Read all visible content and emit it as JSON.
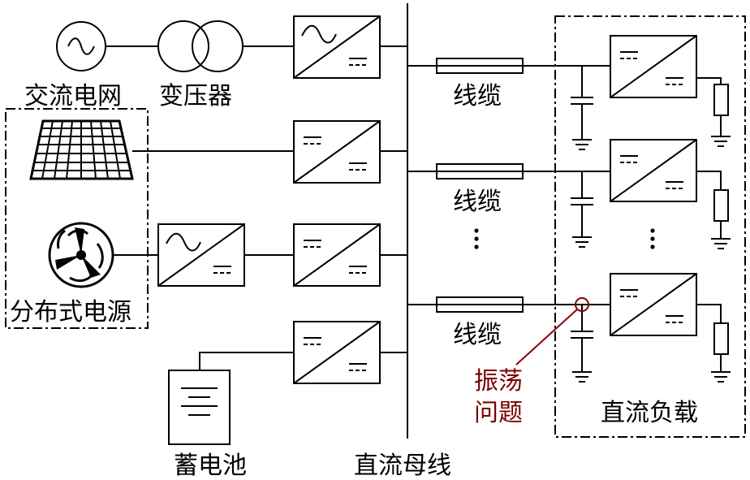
{
  "labels": {
    "ac_grid": "交流电网",
    "transformer": "变压器",
    "distributed_source": "分布式电源",
    "battery": "蓄电池",
    "dc_bus": "直流母线",
    "cable_1": "线缆",
    "cable_2": "线缆",
    "cable_3": "线缆",
    "dc_load": "直流负载",
    "oscillation_line1": "振荡",
    "oscillation_line2": "问题"
  },
  "colors": {
    "line": "#000000",
    "highlight": "#8b0000"
  },
  "icons": {
    "ac_source": "ac-source-icon",
    "transformer": "transformer-icon",
    "pv": "solar-panel-icon",
    "wind": "wind-turbine-icon",
    "battery": "battery-icon",
    "converter": "converter-icon",
    "capacitor": "capacitor-icon",
    "resistor": "resistor-icon",
    "ground": "ground-icon"
  }
}
